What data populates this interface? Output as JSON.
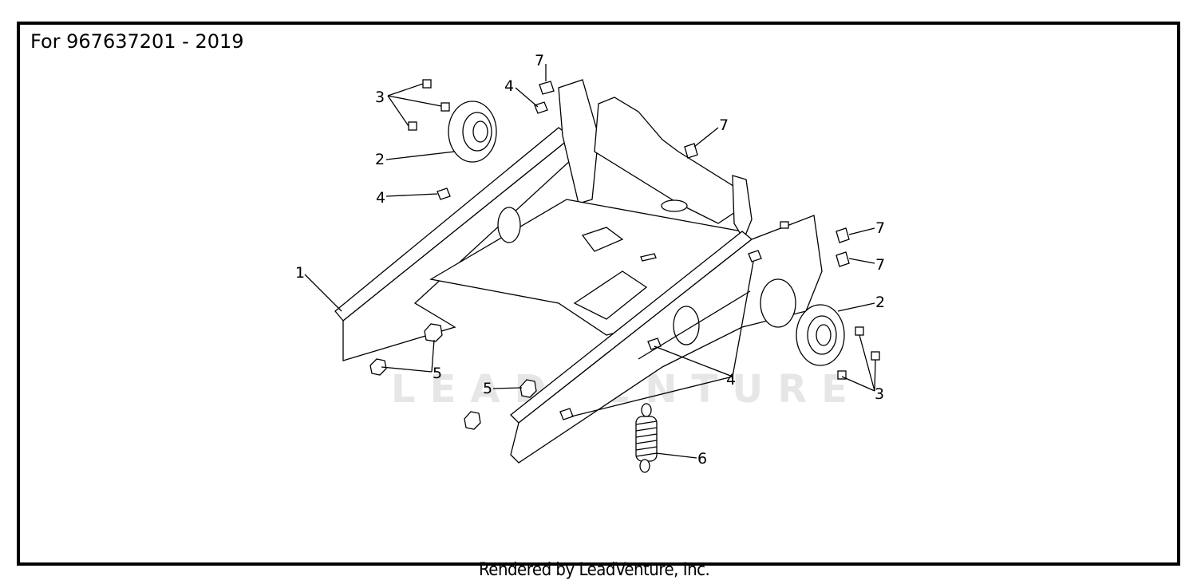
{
  "header": {
    "title": "For 967637201 - 2019"
  },
  "watermark": {
    "text": "LEADVENTURE"
  },
  "footer": {
    "text": "Rendered by LeadVenture, Inc."
  },
  "callouts": [
    {
      "id": "c1",
      "label": "1"
    },
    {
      "id": "c2a",
      "label": "2"
    },
    {
      "id": "c2b",
      "label": "2"
    },
    {
      "id": "c3a",
      "label": "3"
    },
    {
      "id": "c3b",
      "label": "3"
    },
    {
      "id": "c4a",
      "label": "4"
    },
    {
      "id": "c4b",
      "label": "4"
    },
    {
      "id": "c4c",
      "label": "4"
    },
    {
      "id": "c5a",
      "label": "5"
    },
    {
      "id": "c5b",
      "label": "5"
    },
    {
      "id": "c6",
      "label": "6"
    },
    {
      "id": "c7a",
      "label": "7"
    },
    {
      "id": "c7b",
      "label": "7"
    },
    {
      "id": "c7c",
      "label": "7"
    },
    {
      "id": "c7d",
      "label": "7"
    }
  ]
}
